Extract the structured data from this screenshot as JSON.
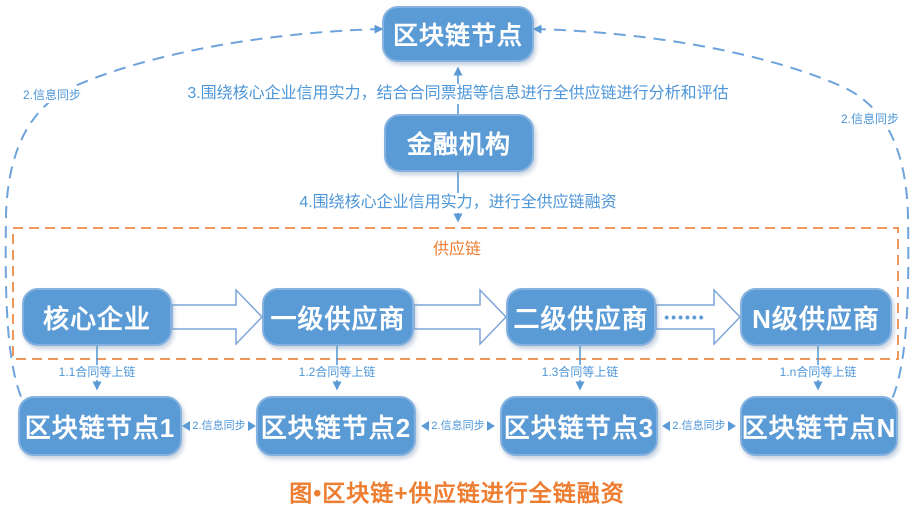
{
  "colors": {
    "node_fill": "#5B9BD5",
    "node_border": "#85B2E0",
    "connector_blue": "#5B9BD5",
    "dashed_curve_blue": "#6FA3DC",
    "label_blue": "#4D96D8",
    "orange": "#ED7D31",
    "dashed_orange": "#F0975C"
  },
  "top_section": {
    "blockchain_node_label": "区块链节点",
    "step3_text": "3.围绕核心企业信用实力，结合合同票据等信息进行全供应链进行分析和评估",
    "financial_institution_label": "金融机构",
    "step4_text": "4.围绕核心企业信用实力，进行全供应链融资",
    "sync_label_left": "2.信息同步",
    "sync_label_right": "2.信息同步"
  },
  "supply_chain_box": {
    "title": "供应链",
    "nodes": [
      {
        "label": "核心企业"
      },
      {
        "label": "一级供应商"
      },
      {
        "label": "二级供应商"
      },
      {
        "label": "N级供应商"
      }
    ],
    "ellipsis": "••••••"
  },
  "onchain_arrows": [
    {
      "label": "1.1合同等上链"
    },
    {
      "label": "1.2合同等上链"
    },
    {
      "label": "1.3合同等上链"
    },
    {
      "label": "1.n合同等上链"
    }
  ],
  "blockchain_row": {
    "nodes": [
      {
        "label": "区块链节点1"
      },
      {
        "label": "区块链节点2"
      },
      {
        "label": "区块链节点3"
      },
      {
        "label": "区块链节点N"
      }
    ],
    "sync_labels": [
      {
        "label": "2.信息同步"
      },
      {
        "label": "2.信息同步"
      },
      {
        "label": "2.信息同步"
      }
    ]
  },
  "caption": "图•区块链+供应链进行全链融资"
}
